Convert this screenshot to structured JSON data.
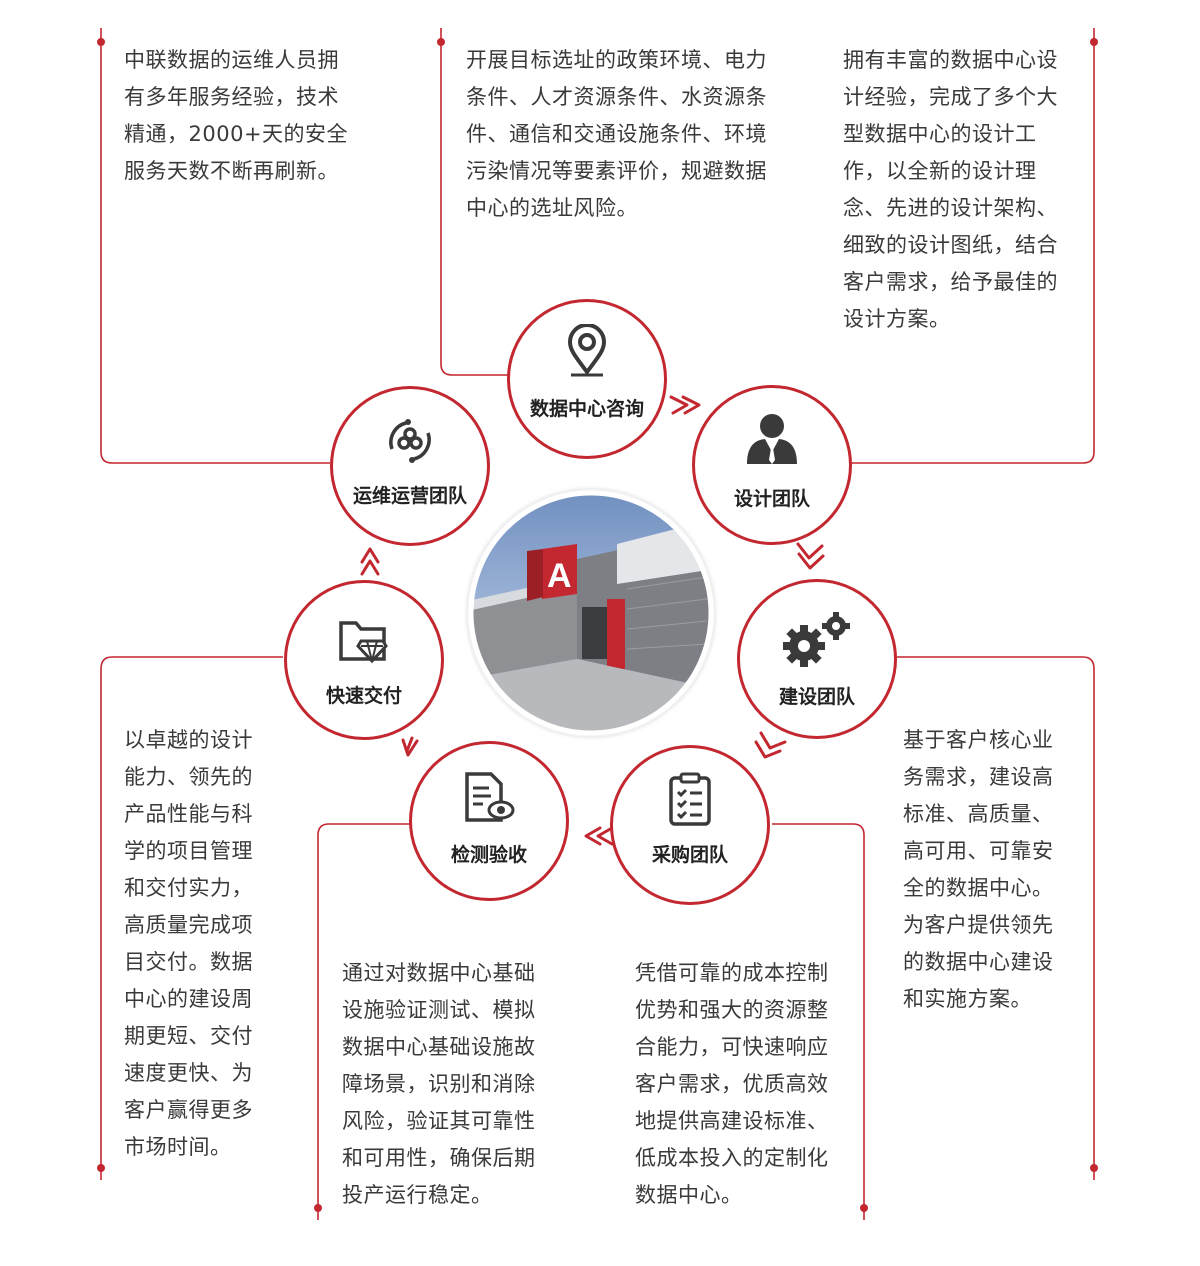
{
  "colors": {
    "accent": "#c3272f",
    "line": "#c3272f",
    "text": "#3a3a3a"
  },
  "nodes": {
    "consult": {
      "label": "数据中心咨询",
      "icon": "location-pin-icon"
    },
    "design": {
      "label": "设计团队",
      "icon": "team-person-icon"
    },
    "build": {
      "label": "建设团队",
      "icon": "gears-icon"
    },
    "purchase": {
      "label": "采购团队",
      "icon": "clipboard-checklist-icon"
    },
    "inspect": {
      "label": "检测验收",
      "icon": "document-eye-icon"
    },
    "delivery": {
      "label": "快速交付",
      "icon": "folder-diamond-icon"
    },
    "ops": {
      "label": "运维运营团队",
      "icon": "hexagon-cycle-icon"
    }
  },
  "center_image": {
    "icon": "data-center-building-image",
    "sign_text": "A"
  },
  "descriptions": {
    "ops": [
      "中联数据的运维人员拥",
      "有多年服务经验，技术",
      "精通，2000+天的安全",
      "服务天数不断再刷新。"
    ],
    "consult": [
      "开展目标选址的政策环境、电力",
      "条件、人才资源条件、水资源条",
      "件、通信和交通设施条件、环境",
      "污染情况等要素评价，规避数据",
      "中心的选址风险。"
    ],
    "design": [
      "拥有丰富的数据中心设",
      "计经验，完成了多个大",
      "型数据中心的设计工",
      "作，以全新的设计理",
      "念、先进的设计架构、",
      "细致的设计图纸，结合",
      "客户需求，给予最佳的",
      "设计方案。"
    ],
    "delivery": [
      "以卓越的设计",
      "能力、领先的",
      "产品性能与科",
      "学的项目管理",
      "和交付实力，",
      "高质量完成项",
      "目交付。数据",
      "中心的建设周",
      "期更短、交付",
      "速度更快、为",
      "客户赢得更多",
      "市场时间。"
    ],
    "inspect": [
      "通过对数据中心基础",
      "设施验证测试、模拟",
      "数据中心基础设施故",
      "障场景，识别和消除",
      "风险，验证其可靠性",
      "和可用性，确保后期",
      "投产运行稳定。"
    ],
    "purchase": [
      "凭借可靠的成本控制",
      "优势和强大的资源整",
      "合能力，可快速响应",
      "客户需求，优质高效",
      "地提供高建设标准、",
      "低成本投入的定制化",
      "数据中心。"
    ],
    "build": [
      "基于客户核心业",
      "务需求，建设高",
      "标准、高质量、",
      "高可用、可靠安",
      "全的数据中心。",
      "为客户提供领先",
      "的数据中心建设",
      "和实施方案。"
    ]
  }
}
